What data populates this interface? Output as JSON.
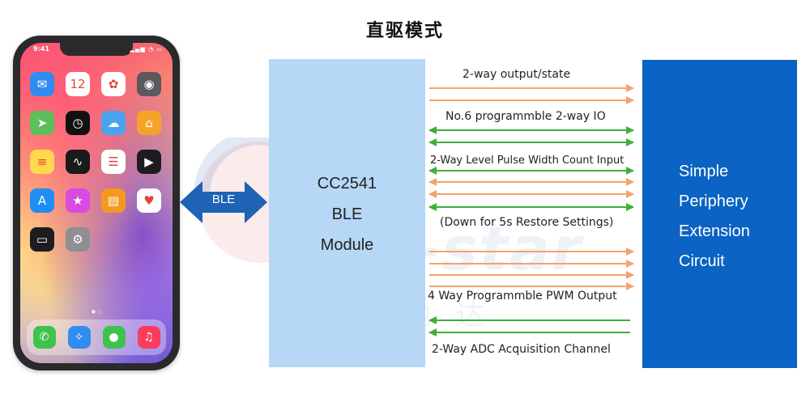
{
  "title": "直驱模式",
  "watermark": {
    "text": "RF-star",
    "cn": "信驰达"
  },
  "phone": {
    "time": "9:41",
    "apps": [
      {
        "icon": "mail-icon",
        "glyph": "✉",
        "color": "#2f8cf0"
      },
      {
        "icon": "calendar-icon",
        "glyph": "12",
        "color": "#ffffff"
      },
      {
        "icon": "photos-icon",
        "glyph": "✿",
        "color": "#ffffff"
      },
      {
        "icon": "camera-icon",
        "glyph": "◉",
        "color": "#5a5a5e"
      },
      {
        "icon": "maps-icon",
        "glyph": "➤",
        "color": "#5bbf5b"
      },
      {
        "icon": "clock-icon",
        "glyph": "◷",
        "color": "#111111"
      },
      {
        "icon": "weather-icon",
        "glyph": "☁",
        "color": "#4aa3ee"
      },
      {
        "icon": "home-icon",
        "glyph": "⌂",
        "color": "#f6a32a"
      },
      {
        "icon": "notes-icon",
        "glyph": "≡",
        "color": "#ffd84d"
      },
      {
        "icon": "stocks-icon",
        "glyph": "∿",
        "color": "#1a1a1a"
      },
      {
        "icon": "reminders-icon",
        "glyph": "☰",
        "color": "#ffffff"
      },
      {
        "icon": "video-icon",
        "glyph": "▶",
        "color": "#1d1d1f"
      },
      {
        "icon": "appstore-icon",
        "glyph": "A",
        "color": "#1e8ef5"
      },
      {
        "icon": "itunes-icon",
        "glyph": "★",
        "color": "#d84ae0"
      },
      {
        "icon": "books-icon",
        "glyph": "▤",
        "color": "#f39a1e"
      },
      {
        "icon": "health-icon",
        "glyph": "♥",
        "color": "#ffffff"
      },
      {
        "icon": "wallet-icon",
        "glyph": "▭",
        "color": "#1d1d1f"
      },
      {
        "icon": "settings-icon",
        "glyph": "⚙",
        "color": "#8e8e93"
      }
    ],
    "dock": [
      {
        "icon": "phone-icon",
        "glyph": "✆",
        "color": "#3fc24c"
      },
      {
        "icon": "safari-icon",
        "glyph": "✧",
        "color": "#2f8cf0"
      },
      {
        "icon": "messages-icon",
        "glyph": "●",
        "color": "#3fc24c"
      },
      {
        "icon": "music-icon",
        "glyph": "♫",
        "color": "#fb3c5a"
      }
    ]
  },
  "ble_label": "BLE",
  "module": {
    "line1": "CC2541",
    "line2": "BLE",
    "line3": "Module"
  },
  "peripheral": {
    "line1": "Simple",
    "line2": "Periphery",
    "line3": "Extension",
    "line4": "Circuit"
  },
  "signals": {
    "output_state": "2-way output/state",
    "programmable_io": "No.6 programmble 2-way IO",
    "pulse_width": "2-Way Level Pulse Width Count Input",
    "restore": "(Down for 5s Restore Settings)",
    "pwm": "4 Way Programmble PWM Output",
    "adc": "2-Way ADC Acquisition Channel"
  },
  "colors": {
    "orange_line": "#f3a36b",
    "green_line": "#3fae3a",
    "module_bg": "#b6d7f5",
    "peripheral_bg": "#0b63c3",
    "ble_arrow": "#1f63b4"
  }
}
